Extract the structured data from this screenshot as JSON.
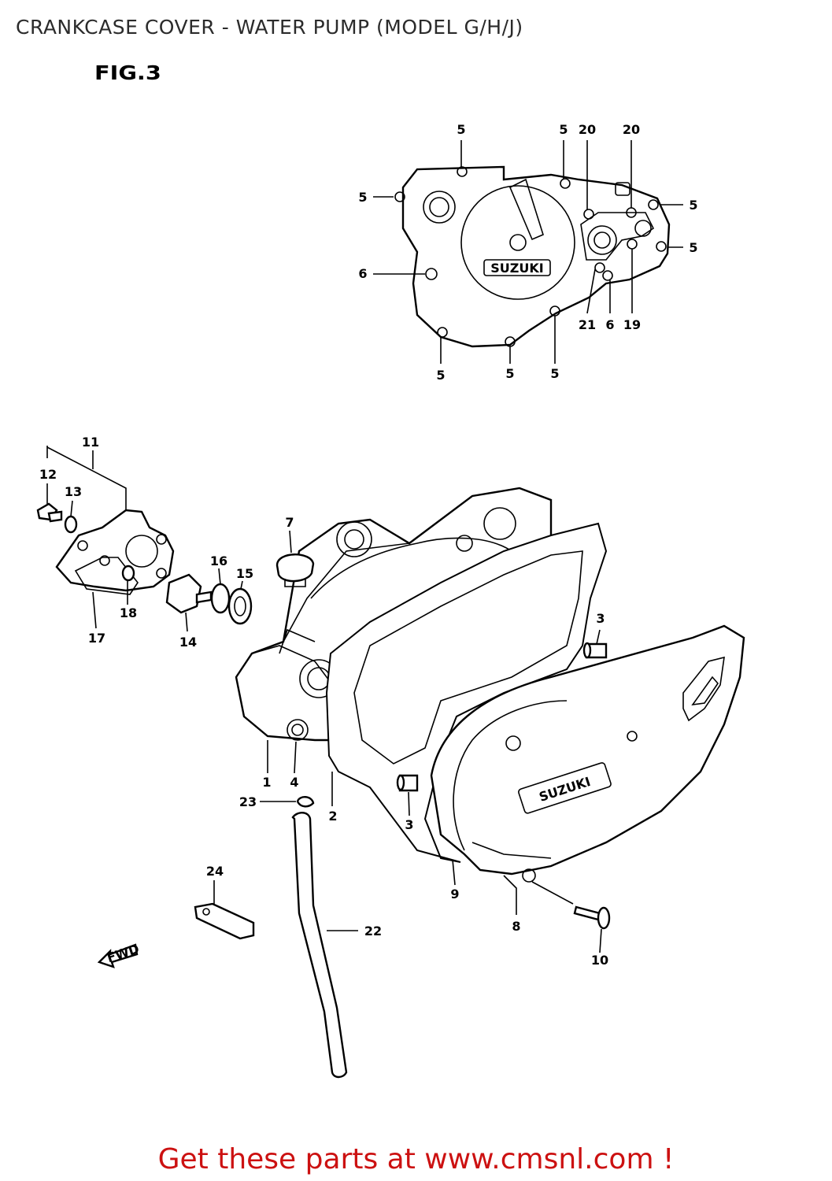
{
  "title": "CRANKCASE COVER - WATER PUMP (MODEL G/H/J)",
  "figure_label": "FIG.3",
  "brand_marks": [
    "SUZUKI",
    "SUZUKI"
  ],
  "direction_mark": "FWD",
  "callouts": [
    "5",
    "5",
    "20",
    "20",
    "5",
    "5",
    "5",
    "6",
    "21",
    "6",
    "19",
    "5",
    "5",
    "5",
    "11",
    "12",
    "13",
    "7",
    "16",
    "15",
    "18",
    "17",
    "14",
    "3",
    "1",
    "4",
    "23",
    "2",
    "3",
    "9",
    "24",
    "8",
    "22",
    "10"
  ],
  "footer": "Get these parts at www.cmsnl.com !",
  "colors": {
    "footer": "#cc1111",
    "line": "#000000",
    "title": "#2b2b2b"
  }
}
